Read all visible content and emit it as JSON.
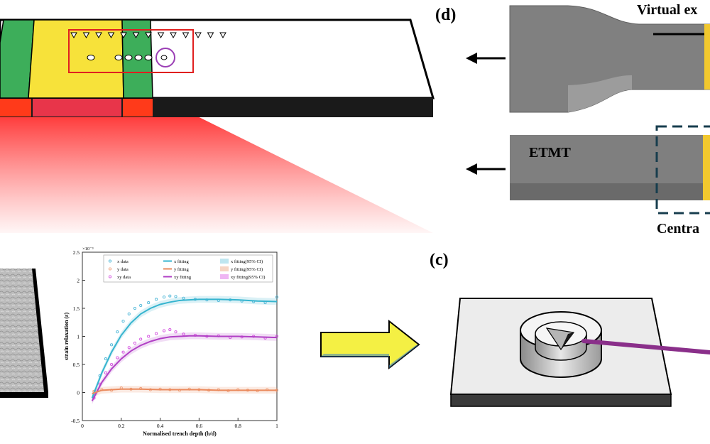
{
  "panels": {
    "d": {
      "label": "(d)",
      "top_text": "Virtual ex",
      "mid_text": "ETMT",
      "bottom_text": "Centra"
    },
    "c": {
      "label": "(c)"
    }
  },
  "chart_data": {
    "type": "line",
    "title": "",
    "ylabel": "strain relaxation (ε)",
    "xlabel": "Normalised trench depth (h/d)",
    "y_exponent": "×10⁻³",
    "xlim": [
      0,
      1
    ],
    "ylim": [
      -0.5,
      2.5
    ],
    "xticks": [
      "0",
      "0.2",
      "0.4",
      "0.6",
      "0.8",
      "1"
    ],
    "yticks": [
      "-0.5",
      "0",
      "0.5",
      "1",
      "1.5",
      "2",
      "2.5"
    ],
    "legend": [
      "x data",
      "x fitting",
      "x fitting(95% CI)",
      "y data",
      "y fitting",
      "y fitting(95% CI)",
      "xy data",
      "xy fitting",
      "xy fitting(95% CI)"
    ],
    "legend_position": "top-right",
    "series": [
      {
        "name": "x fitting",
        "color": "#35b4cf",
        "x": [
          0.05,
          0.1,
          0.15,
          0.2,
          0.25,
          0.3,
          0.35,
          0.4,
          0.45,
          0.5,
          0.55,
          0.6,
          0.7,
          0.8,
          0.9,
          1.0
        ],
        "y": [
          -0.1,
          0.35,
          0.72,
          1.02,
          1.24,
          1.4,
          1.5,
          1.57,
          1.61,
          1.64,
          1.65,
          1.66,
          1.66,
          1.65,
          1.63,
          1.62
        ]
      },
      {
        "name": "xy fitting",
        "color": "#b140c5",
        "x": [
          0.05,
          0.1,
          0.15,
          0.2,
          0.25,
          0.3,
          0.35,
          0.4,
          0.45,
          0.5,
          0.55,
          0.6,
          0.7,
          0.8,
          0.9,
          1.0
        ],
        "y": [
          -0.15,
          0.18,
          0.42,
          0.6,
          0.74,
          0.84,
          0.91,
          0.96,
          0.99,
          1.0,
          1.01,
          1.01,
          1.0,
          1.0,
          0.99,
          0.98
        ]
      },
      {
        "name": "y fitting",
        "color": "#ea8a5d",
        "x": [
          0.05,
          0.1,
          0.2,
          0.3,
          0.4,
          0.5,
          0.6,
          0.7,
          0.8,
          0.9,
          1.0
        ],
        "y": [
          -0.02,
          0.04,
          0.06,
          0.06,
          0.05,
          0.05,
          0.05,
          0.04,
          0.04,
          0.04,
          0.04
        ]
      }
    ],
    "scatter": [
      {
        "name": "x data",
        "color": "#4fb8d8",
        "x": [
          0.06,
          0.09,
          0.12,
          0.15,
          0.18,
          0.21,
          0.24,
          0.27,
          0.3,
          0.34,
          0.38,
          0.42,
          0.45,
          0.48,
          0.52,
          0.58,
          0.64,
          0.7,
          0.76,
          0.82,
          0.88,
          0.94,
          1.0
        ],
        "y": [
          -0.05,
          0.3,
          0.6,
          0.85,
          1.08,
          1.27,
          1.4,
          1.5,
          1.55,
          1.6,
          1.66,
          1.7,
          1.72,
          1.71,
          1.68,
          1.66,
          1.65,
          1.64,
          1.65,
          1.63,
          1.62,
          1.6,
          1.7
        ]
      },
      {
        "name": "xy data",
        "color": "#d44fe0",
        "x": [
          0.06,
          0.09,
          0.12,
          0.15,
          0.18,
          0.21,
          0.24,
          0.27,
          0.3,
          0.34,
          0.38,
          0.42,
          0.45,
          0.48,
          0.52,
          0.58,
          0.64,
          0.7,
          0.76,
          0.82,
          0.88,
          0.94,
          1.0
        ],
        "y": [
          -0.1,
          0.15,
          0.35,
          0.5,
          0.62,
          0.72,
          0.8,
          0.88,
          0.95,
          1.0,
          1.05,
          1.1,
          1.12,
          1.08,
          1.04,
          1.02,
          1.0,
          1.01,
          0.98,
          0.99,
          1.0,
          0.97,
          1.0
        ]
      },
      {
        "name": "y data",
        "color": "#f0a07a",
        "x": [
          0.06,
          0.1,
          0.15,
          0.2,
          0.25,
          0.3,
          0.35,
          0.4,
          0.45,
          0.5,
          0.55,
          0.6,
          0.65,
          0.7,
          0.75,
          0.8,
          0.85,
          0.9,
          0.95,
          1.0
        ],
        "y": [
          0.02,
          0.05,
          0.04,
          0.08,
          0.06,
          0.07,
          0.05,
          0.06,
          0.05,
          0.04,
          0.06,
          0.05,
          0.04,
          0.05,
          0.03,
          0.05,
          0.04,
          0.03,
          0.05,
          0.04
        ]
      }
    ]
  }
}
